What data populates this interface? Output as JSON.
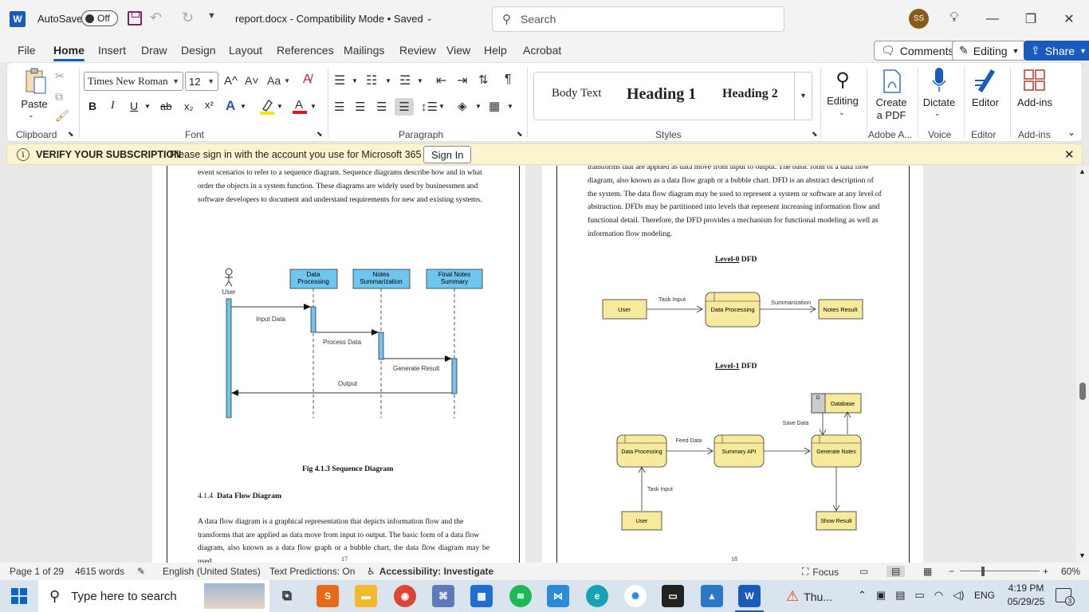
{
  "titlebar": {
    "app_logo": "W",
    "autosave_label": "AutoSave",
    "autosave_state": "Off",
    "doc_title": "report.docx  -  Compatibility Mode • Saved",
    "search_placeholder": "Search",
    "user_initials": "SS"
  },
  "tabs": [
    "File",
    "Home",
    "Insert",
    "Draw",
    "Design",
    "Layout",
    "References",
    "Mailings",
    "Review",
    "View",
    "Help",
    "Acrobat"
  ],
  "tab_actions": {
    "comments": "Comments",
    "editing": "Editing",
    "share": "Share"
  },
  "ribbon": {
    "clipboard": {
      "paste": "Paste",
      "label": "Clipboard"
    },
    "font": {
      "name": "Times New Roman",
      "size": "12",
      "label": "Font",
      "bold": "B",
      "italic": "I",
      "underline": "U",
      "strike": "ab",
      "sub": "x₂",
      "sup": "x²",
      "grow": "A^",
      "shrink": "A˅",
      "case": "Aa"
    },
    "paragraph": {
      "label": "Paragraph"
    },
    "styles": {
      "items": [
        "Body Text",
        "Heading 1",
        "Heading 2"
      ],
      "label": "Styles"
    },
    "editing": {
      "label": "Editing"
    },
    "adobe": {
      "create_pdf_1": "Create",
      "create_pdf_2": "a PDF",
      "label": "Adobe A..."
    },
    "voice": {
      "dictate": "Dictate",
      "label": "Voice"
    },
    "editor": {
      "editor": "Editor",
      "label": "Editor"
    },
    "addins": {
      "addins": "Add-ins",
      "label": "Add-ins"
    }
  },
  "notification": {
    "title": "VERIFY YOUR SUBSCRIPTION",
    "message": "Please sign in with the account you use for Microsoft 365",
    "button": "Sign In"
  },
  "page1": {
    "para1": [
      "event scenarios to refer to a sequence diagram. Sequence diagrams describe how and in what",
      "order the objects in a system function. These diagrams are widely used by businessmen and",
      "software developers to document and understand requirements for new and existing systems."
    ],
    "seq": {
      "actor": "User",
      "lifelines": [
        [
          "Data",
          "Processing"
        ],
        [
          "Notes",
          "Summarization"
        ],
        [
          "Final Notes",
          "Summary"
        ]
      ],
      "messages": [
        "Input Data",
        "Process Data",
        "Generate Result",
        "Output"
      ]
    },
    "caption": "Fig 4.1.3 Sequence Diagram",
    "section_num": "4.1.4",
    "section_title": "Data Flow Diagram",
    "para2": [
      "A data flow diagram is a graphical representation that depicts information flow and the",
      "transforms that are applied as data move from input to output. The basic form of a data flow",
      "diagram, also known as a data flow graph or a bubble chart, the data flow diagram may be used"
    ],
    "page_number": "17"
  },
  "page2": {
    "para1": [
      "transforms that are applied as data move from input to output. The basic form of a data flow",
      "diagram, also known as a data flow graph or a bubble chart. DFD is an abstract description of",
      "the system. The data flow diagram may be used to represent a system or software at any level of",
      "abstraction. DFDs may be partitioned into levels that represent increasing information flow and",
      "functional detail. Therefore, the DFD provides a mechanism for functional modeling as well as",
      "information flow modeling."
    ],
    "level0_heading_a": "Level-0",
    "level0_heading_b": " DFD",
    "level0": {
      "user": "User",
      "task_input": "Task Input",
      "process": "Data Processing",
      "summarization": "Summarization",
      "result": "Notes Result"
    },
    "level1_heading_a": "Level-1",
    "level1_heading_b": " DFD",
    "level1": {
      "d": "D",
      "database": "Database",
      "save_data": "Save Data",
      "data_processing": "Data Processing",
      "feed_data": "Feed Data",
      "summary_api": "Summary API",
      "generate_notes": "Generate Notes",
      "task_input": "Task Input",
      "user": "User",
      "show_result": "Show Result"
    },
    "page_number": "18"
  },
  "statusbar": {
    "page": "Page 1 of 29",
    "words": "4615 words",
    "language": "English (United States)",
    "predictions": "Text Predictions: On",
    "accessibility": "Accessibility: Investigate",
    "focus": "Focus",
    "zoom": "60%"
  },
  "taskbar": {
    "search_placeholder": "Type here to search",
    "weather": "Thu...",
    "lang": "ENG",
    "time": "4:19 PM",
    "date": "05/29/25",
    "notifications": "3"
  },
  "colors": {
    "accent": "#185abd",
    "seq_box": "#6ec6f0",
    "dfd_box": "#f7ea9c",
    "notif_bg": "#fcf3cf"
  }
}
